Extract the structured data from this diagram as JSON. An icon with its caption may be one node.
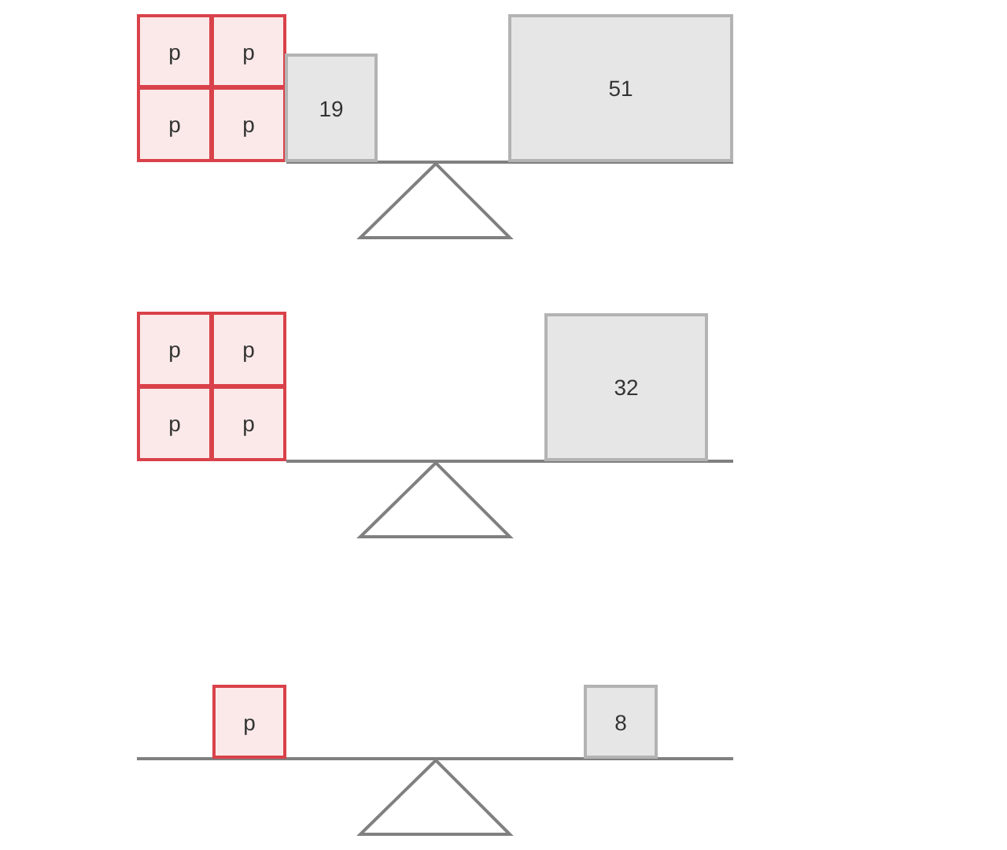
{
  "diagram": {
    "nodes": [
      {
        "text": [
          "p"
        ]
      },
      {
        "text": [
          "p"
        ]
      },
      {
        "text": [
          "p"
        ]
      },
      {
        "text": [
          "p"
        ]
      },
      {
        "text": [
          "19"
        ]
      },
      {
        "text": [
          "51"
        ]
      },
      {
        "text": [
          "p"
        ]
      },
      {
        "text": [
          "p"
        ]
      },
      {
        "text": [
          "p"
        ]
      },
      {
        "text": [
          "p"
        ]
      },
      {
        "text": [
          "32"
        ]
      },
      {
        "text": [
          "p"
        ]
      },
      {
        "text": [
          "8"
        ]
      }
    ]
  }
}
